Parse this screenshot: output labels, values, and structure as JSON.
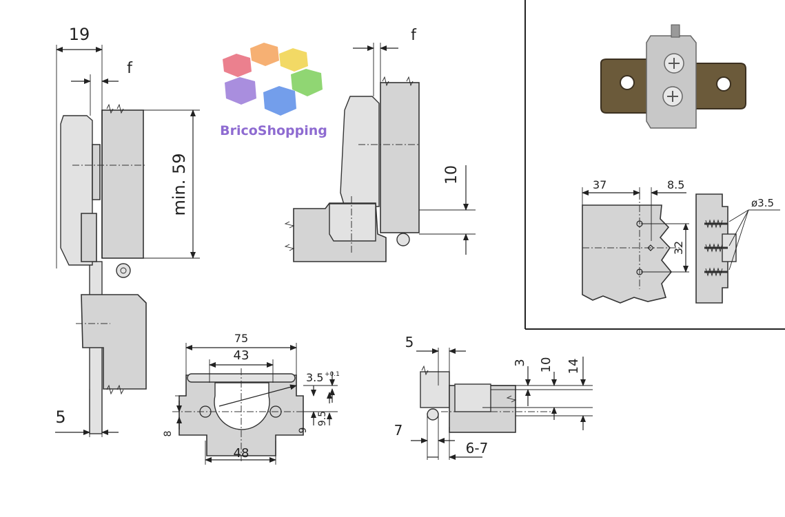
{
  "logo": {
    "text": "BricoShopping",
    "text_color": "#8e6bd1",
    "petal_colors": [
      "#f5a25b",
      "#f0d24a",
      "#7ccf5a",
      "#5b8de8",
      "#9a7ad8",
      "#e86a7a"
    ]
  },
  "dimensions": {
    "overlay_19": "19",
    "gap_f_left": "f",
    "min_59": "min. 59",
    "side_5": "5",
    "gap_f_right": "f",
    "offset_10": "10",
    "plate_75": "75",
    "plate_43": "43",
    "plate_48": "48",
    "depth_3_5": "3.5",
    "tolerance": "+0.1",
    "hole_8": "8",
    "hole_9": "9",
    "hole_9_5": "9.5",
    "small_5": "5",
    "small_3": "3",
    "small_10": "10",
    "small_14": "14",
    "small_7": "7",
    "range_6_7": "6-7"
  },
  "inset": {
    "dim_37": "37",
    "dim_8_5": "8.5",
    "dim_32": "32",
    "dim_dia": "ø3.5",
    "photo_colors": {
      "plate": "#6b5a3a",
      "body": "#c8c8c8",
      "screw": "#e8e8e8"
    }
  }
}
